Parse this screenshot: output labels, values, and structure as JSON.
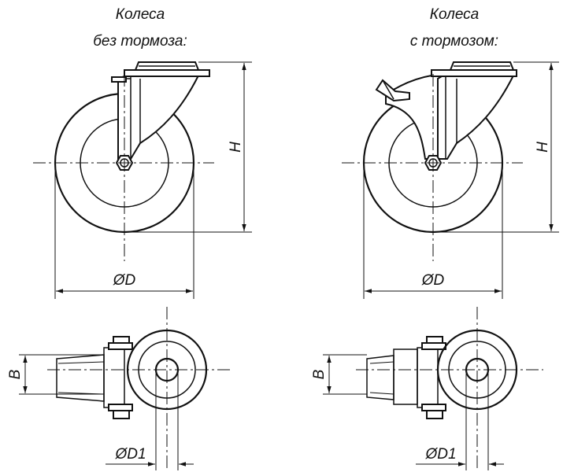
{
  "left_caption": {
    "line1": "Колеса",
    "line2": "без тормоза:"
  },
  "right_caption": {
    "line1": "Колеса",
    "line2": "с тормозом:"
  },
  "dimensions": {
    "height": "H",
    "diameter": "ØD",
    "width": "B",
    "bore": "ØD1"
  }
}
